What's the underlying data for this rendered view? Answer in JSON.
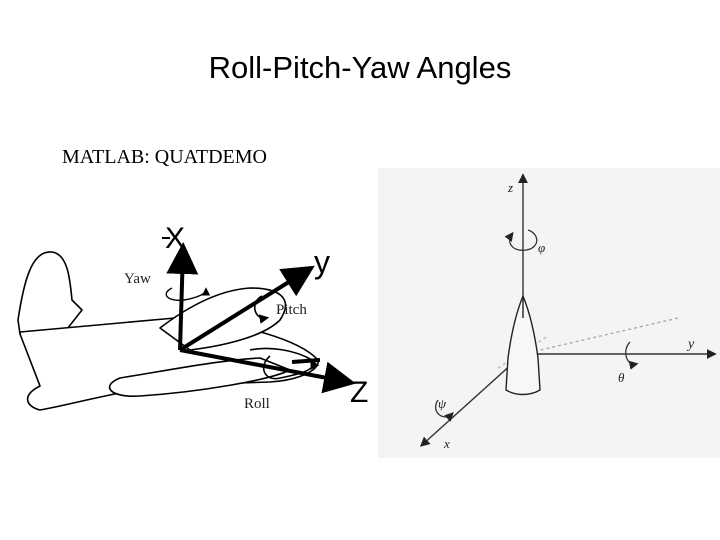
{
  "slide": {
    "title": "Roll-Pitch-Yaw Angles",
    "subtitle": "MATLAB: QUATDEMO"
  },
  "airplane_figure": {
    "axis_labels": {
      "x": "X",
      "y": "y",
      "z": "Z"
    },
    "rotation_labels": {
      "yaw": "Yaw",
      "pitch": "Pitch",
      "roll": "Roll"
    }
  },
  "axes_figure": {
    "axis_labels": {
      "x": "x",
      "y": "y",
      "z": "z"
    },
    "angle_labels": {
      "psi": "ψ",
      "theta": "θ",
      "phi": "φ"
    }
  }
}
